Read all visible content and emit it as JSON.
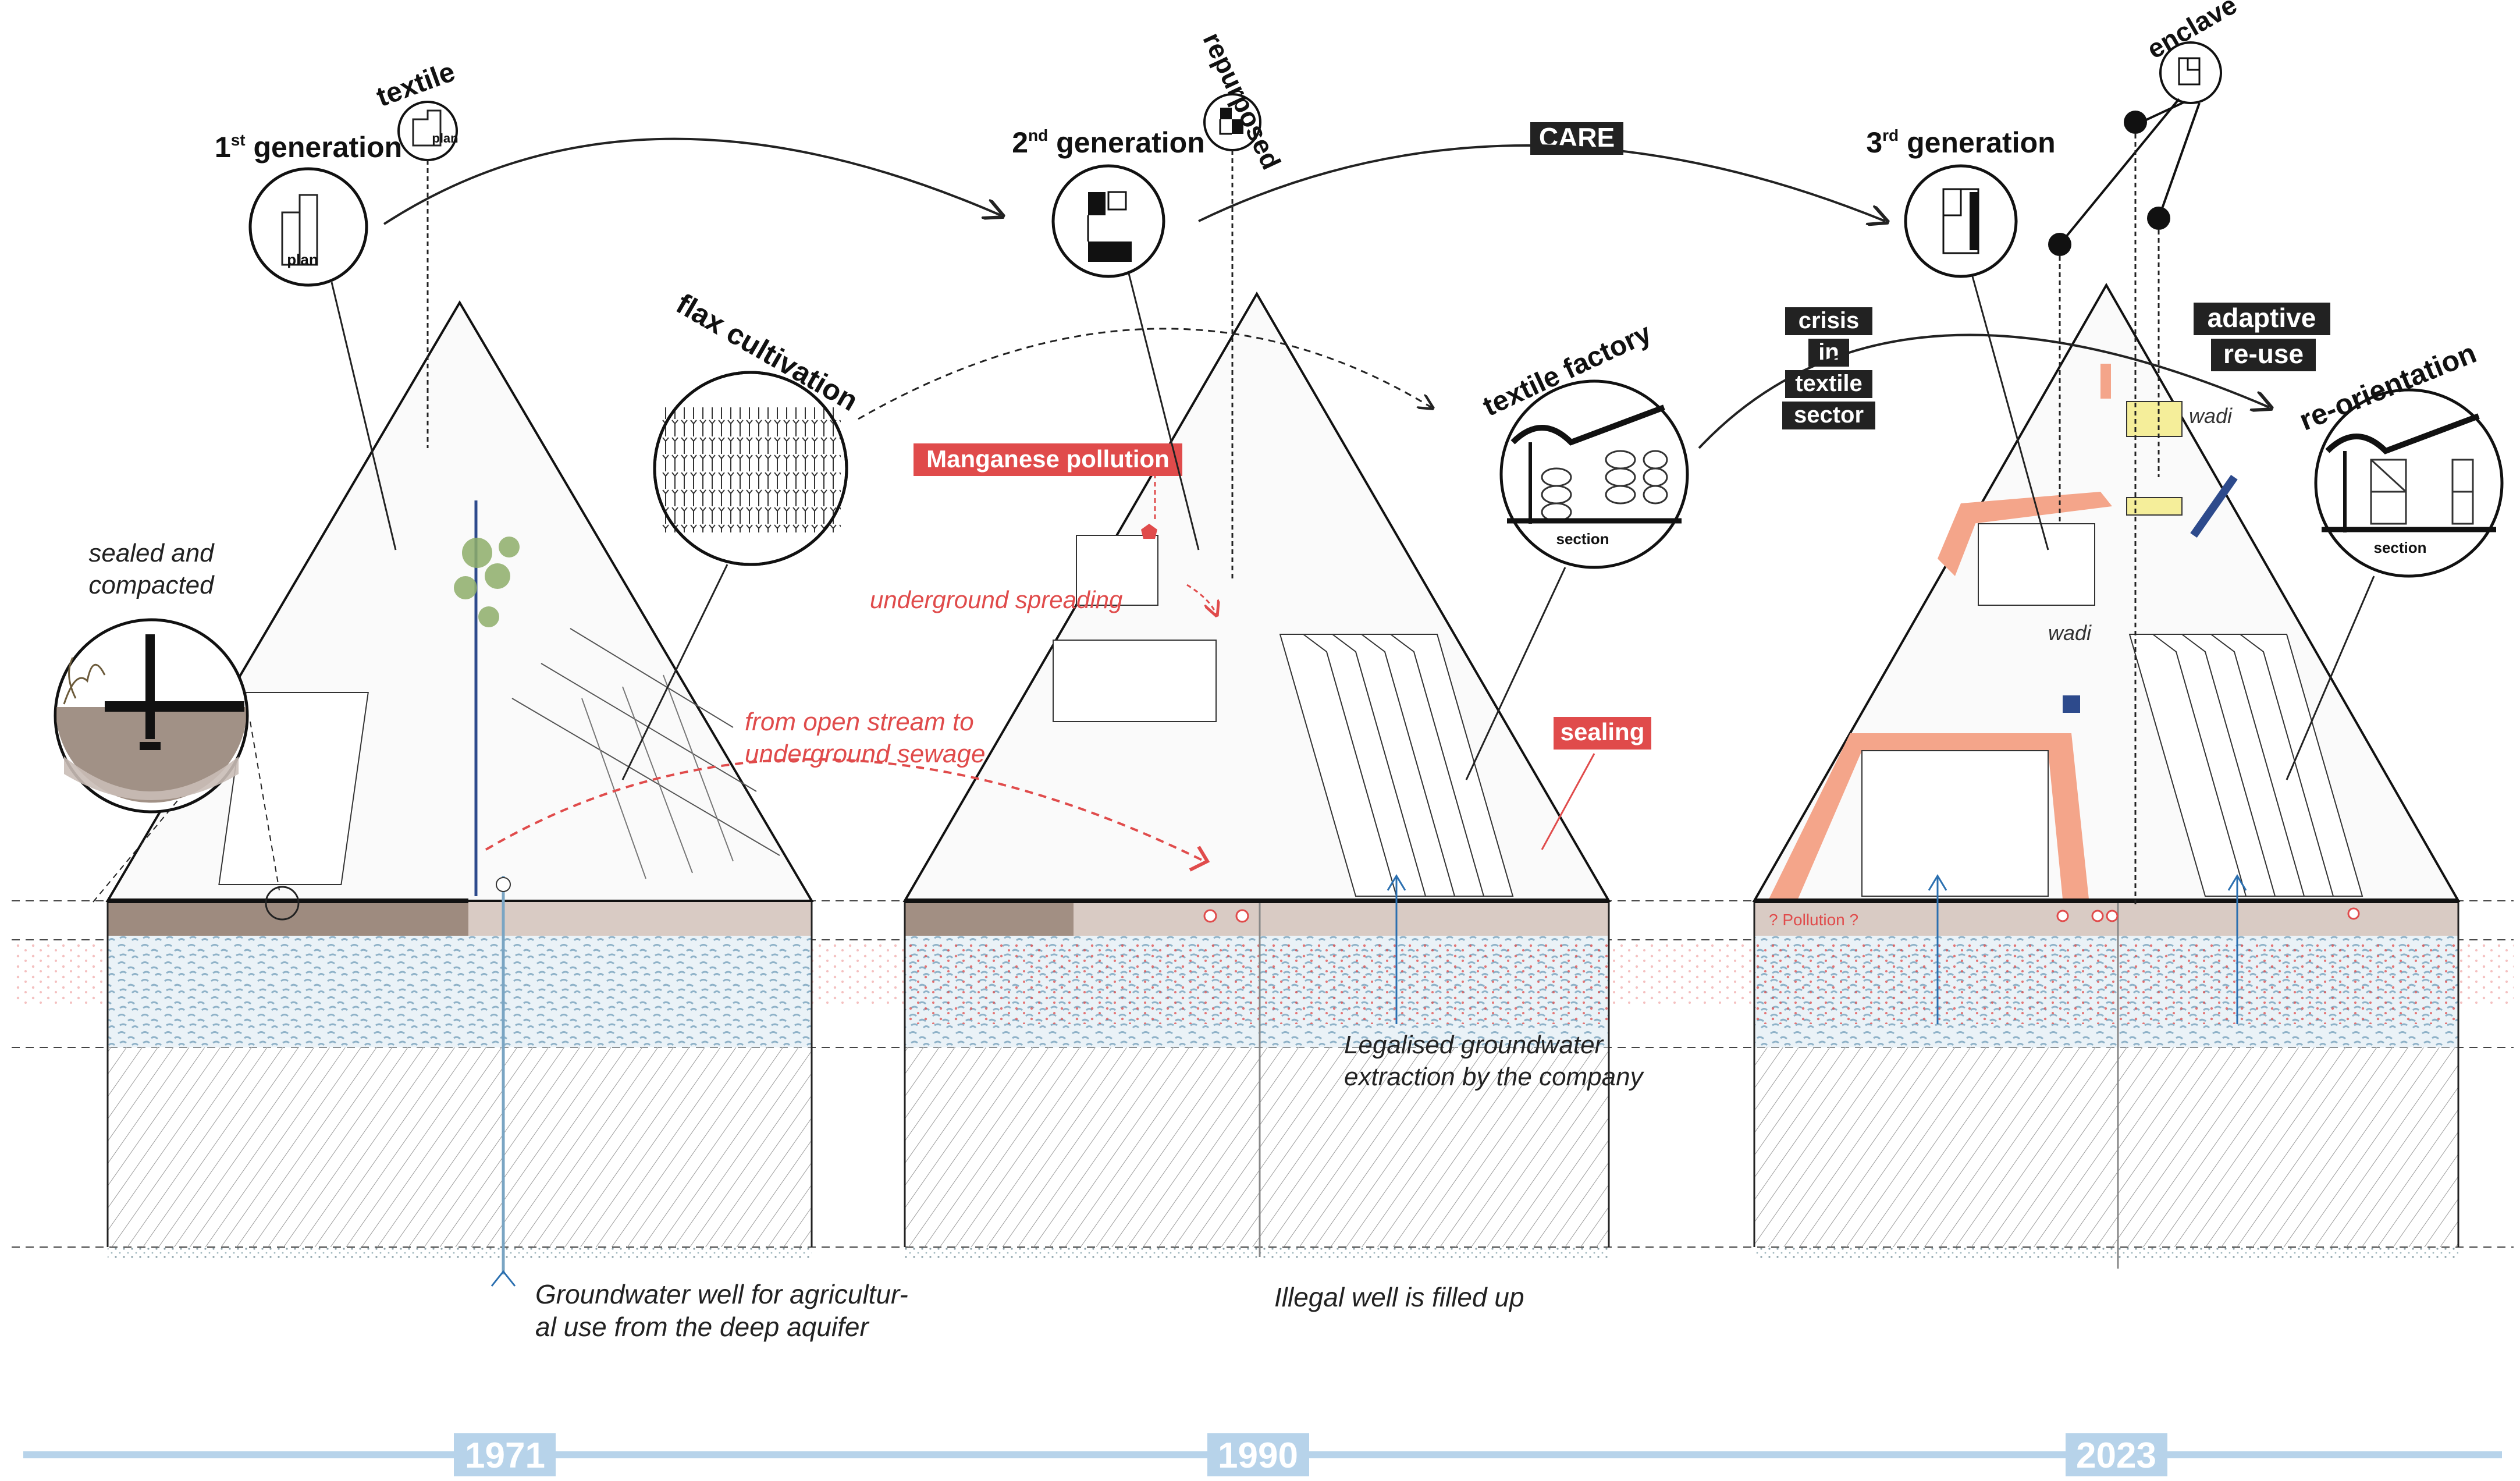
{
  "panels": [
    {
      "year": "1971",
      "generation": {
        "ordinal": "1",
        "suffix": "st",
        "word": "generation",
        "icon_caption": "plan"
      },
      "typology": {
        "label": "textile",
        "icon_caption": "plan"
      },
      "detail_label": "flax cultivation",
      "soil_callout": "sealed and compacted",
      "stream_note": "from open stream to underground sewage",
      "well_note": "Groundwater well for agricultur- al use from the deep aquifer"
    },
    {
      "year": "1990",
      "generation": {
        "ordinal": "2",
        "suffix": "nd",
        "word": "generation"
      },
      "typology": {
        "label": "repurposed"
      },
      "detail_label": "textile factory",
      "detail_caption": "section",
      "pollution_tag": "Manganese pollution",
      "spreading_note": "underground spreading",
      "sealing_tag": "sealing",
      "extraction_note": "Legalised groundwater extraction by the company",
      "well_note": "Illegal well is filled up"
    },
    {
      "year": "2023",
      "generation": {
        "ordinal": "3",
        "suffix": "rd",
        "word": "generation"
      },
      "typology": {
        "label": "enclave"
      },
      "detail_label": "re-orientation",
      "detail_caption": "section",
      "crisis_lines": [
        "crisis",
        "in",
        "textile",
        "sector"
      ],
      "adaptive_lines": [
        "adaptive",
        "re-use"
      ],
      "wadi_labels": [
        "wadi",
        "wadi"
      ],
      "pollution_label": "? Pollution ?"
    }
  ],
  "care_label": "CARE",
  "colors": {
    "pollution_red": "#e04b4b",
    "salmon_fill": "#f4a58a",
    "water_blue": "#a8c8dc",
    "timeline_blue": "#b7d3ea",
    "topsoil": "#d9cbc4",
    "dark_soil": "#8a7568",
    "wadi_blue": "#2d4a8c",
    "adaptive_yellow": "#f5ee9a"
  }
}
